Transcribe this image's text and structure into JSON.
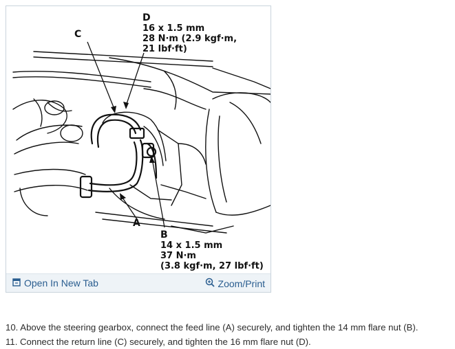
{
  "diagram": {
    "label_d": "D",
    "label_d_line1": "16 x 1.5 mm",
    "label_d_line2": "28 N·m (2.9 kgf·m,",
    "label_d_line3": "21 lbf·ft)",
    "label_c": "C",
    "label_a": "A",
    "label_b": "B",
    "label_b_line1": "14 x 1.5 mm",
    "label_b_line2": "37 N·m",
    "label_b_line3": "(3.8 kgf·m, 27 lbf·ft)"
  },
  "footer": {
    "open_tab_label": "Open In New Tab",
    "zoom_print_label": "Zoom/Print",
    "open_tab_icon": "open-in-new-tab-icon",
    "zoom_icon": "zoom-in-icon",
    "link_color": "#2a5d8f"
  },
  "steps": [
    "10. Above the steering gearbox, connect the feed line (A) securely, and tighten the 14 mm flare nut (B).",
    "11. Connect the return line (C) securely, and tighten the 16 mm flare nut (D)."
  ]
}
